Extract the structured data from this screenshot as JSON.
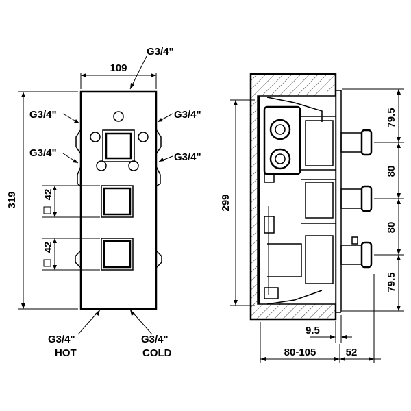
{
  "front_view": {
    "width_dim": "109",
    "height_dim": "319",
    "knob_dim_upper": "42",
    "knob_dim_lower": "42",
    "thread_top": "G3/4\"",
    "thread_upper_left": "G3/4\"",
    "thread_upper_right": "G3/4\"",
    "thread_mid_left": "G3/4\"",
    "thread_mid_right": "G3/4\"",
    "thread_bottom_left": "G3/4\"",
    "thread_bottom_right": "G3/4\"",
    "hot_label": "HOT",
    "cold_label": "COLD"
  },
  "side_view": {
    "height_dim": "299",
    "spacing_top": "79.5",
    "spacing_mid1": "80",
    "spacing_mid2": "80",
    "spacing_bottom": "79.5",
    "offset_dim": "9.5",
    "depth_dim": "80-105",
    "outlet_dim": "52"
  }
}
